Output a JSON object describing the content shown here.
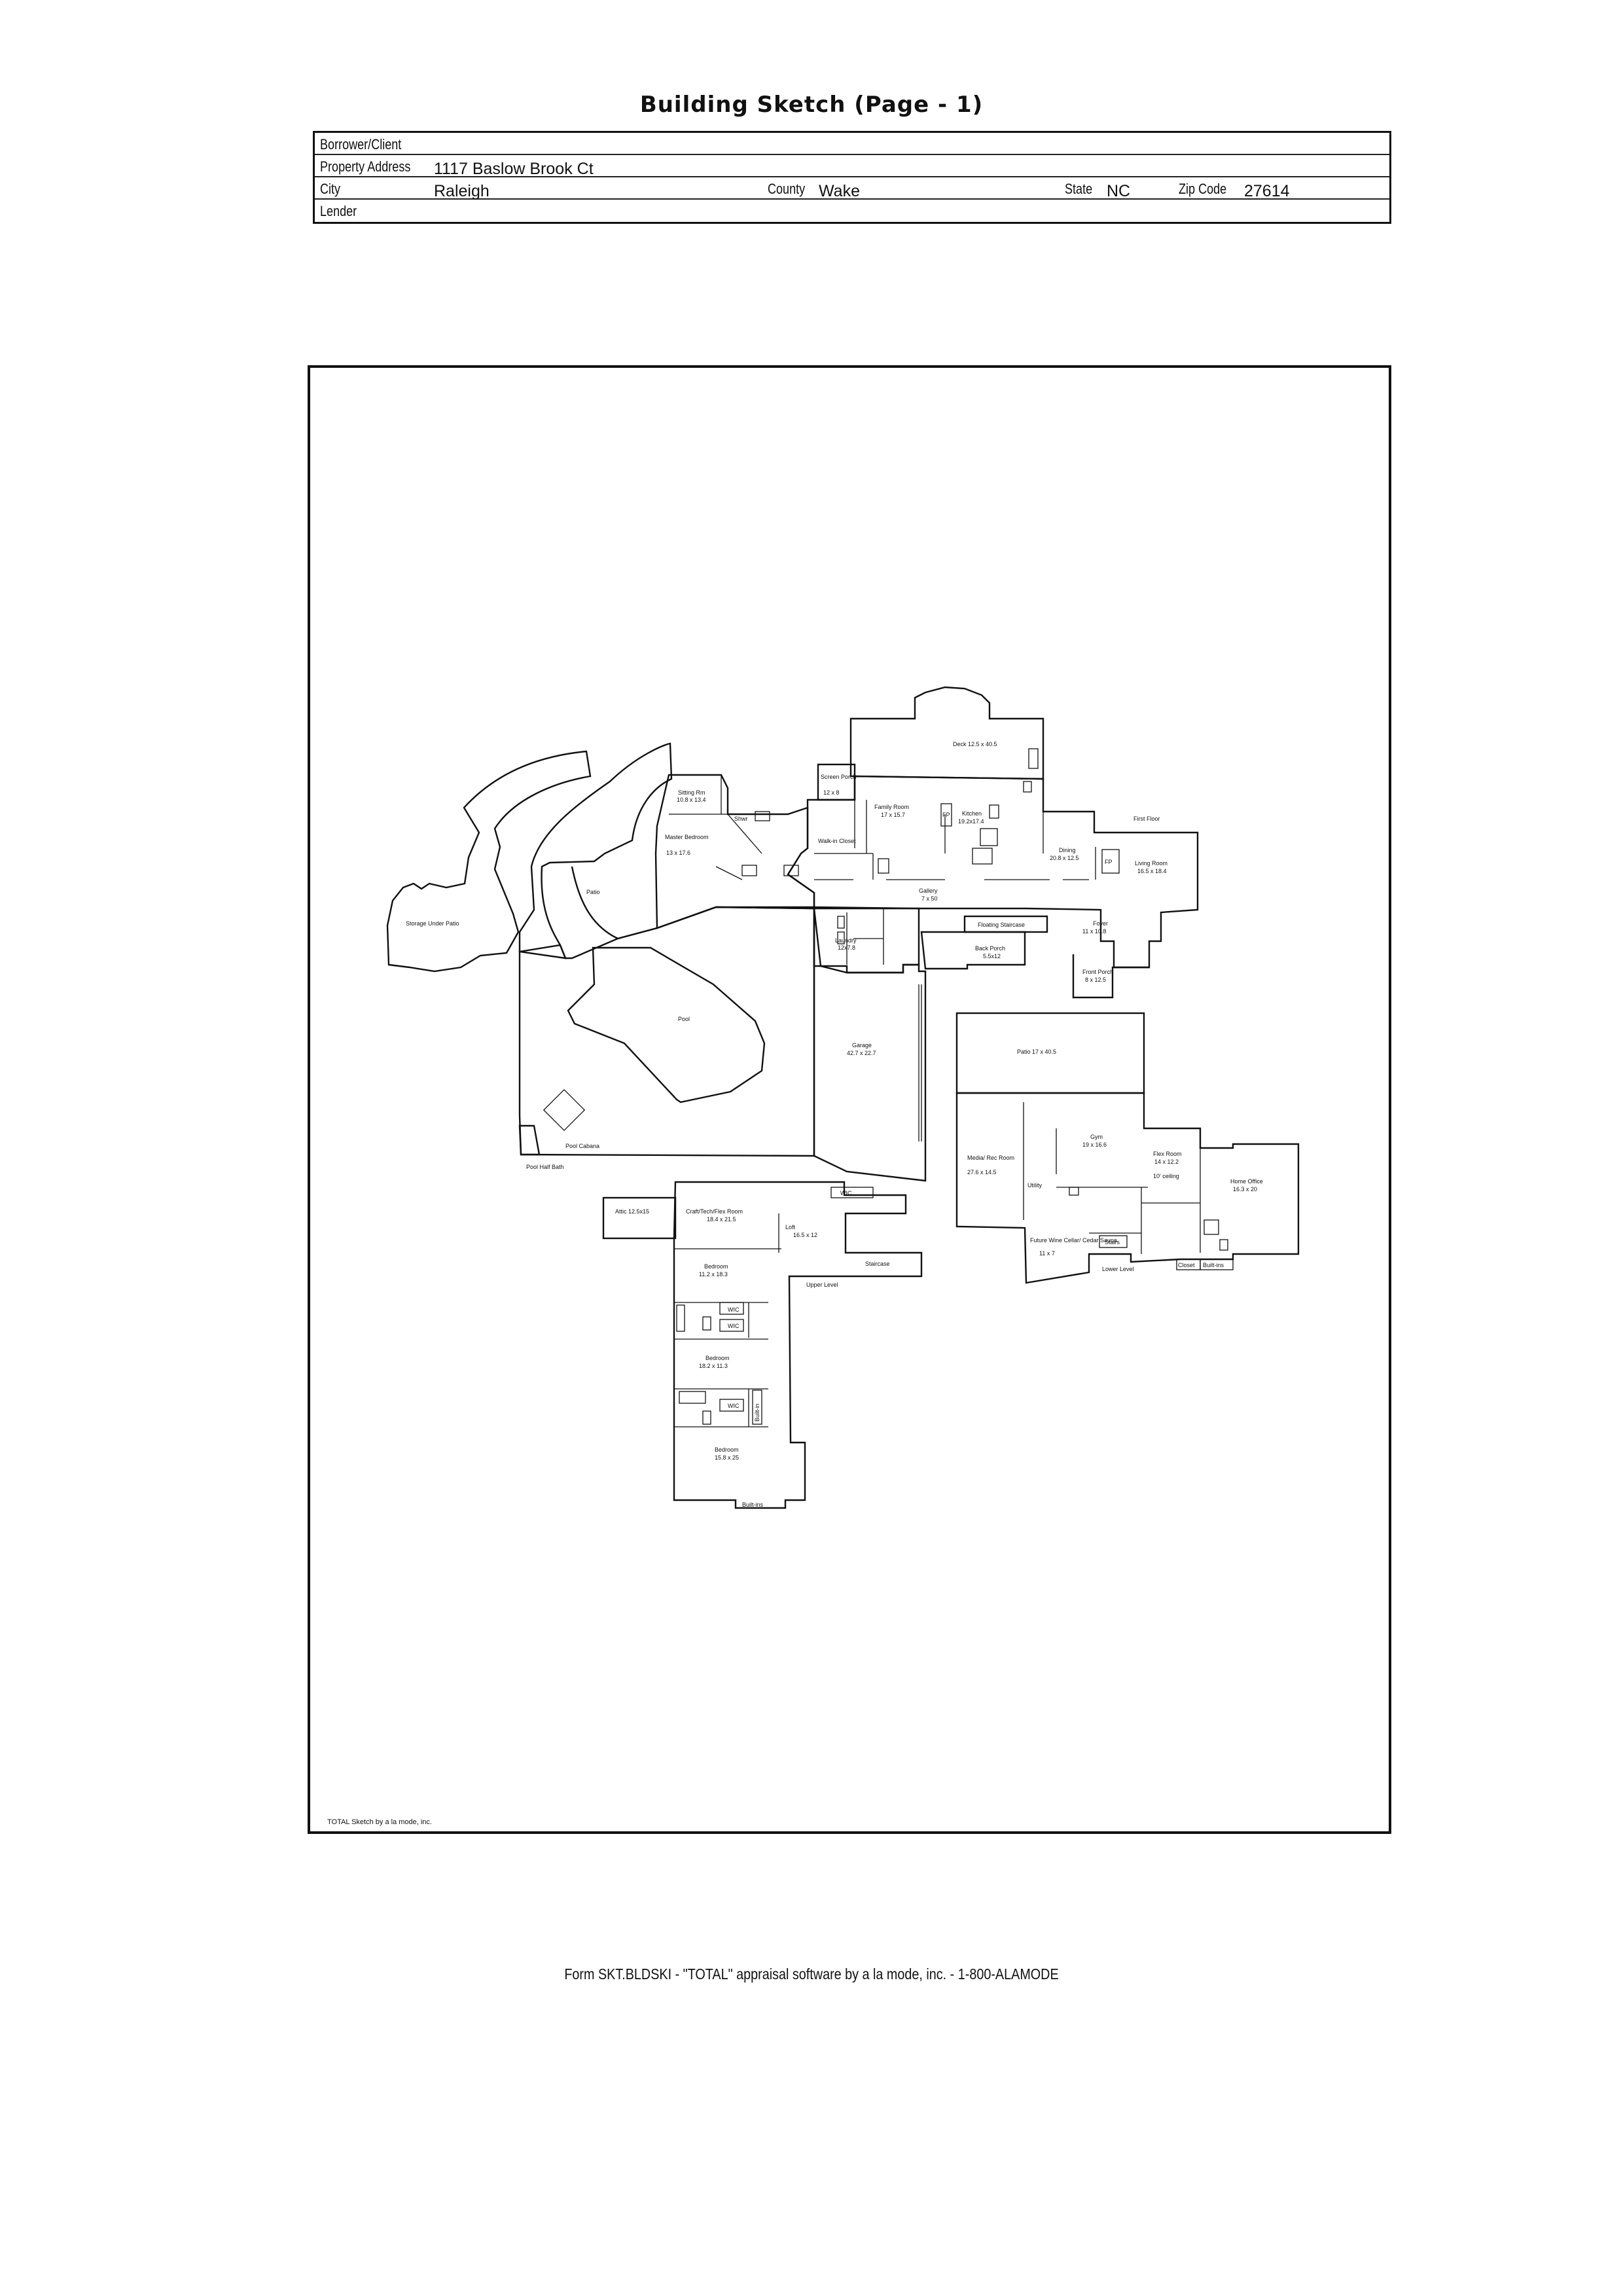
{
  "title": "Building Sketch (Page - 1)",
  "header": {
    "borrower_label": "Borrower/Client",
    "address_label": "Property Address",
    "address": "1117 Baslow Brook Ct",
    "city_label": "City",
    "city": "Raleigh",
    "county_label": "County",
    "county": "Wake",
    "state_label": "State",
    "state": "NC",
    "zip_label": "Zip Code",
    "zip": "27614",
    "lender_label": "Lender"
  },
  "rooms": {
    "deck": "Deck 12.5 x 40.5",
    "screen_porch": "Screen Porch",
    "screen_porch_dim": "12 x 8",
    "sitting": "Sitting Rm",
    "sitting_dim": "10.8 x 13.4",
    "master": "Master Bedroom",
    "master_dim": "13 x 17.6",
    "shwr": "Shwr",
    "walkin": "Walk-in Closet",
    "family": "Family Room",
    "family_dim": "17 x 15.7",
    "fp": "FP",
    "kitchen": "Kitchen",
    "kitchen_dim": "19.2x17.4",
    "first_floor": "First Floor",
    "dining": "Dining",
    "dining_dim": "20.8 x 12.5",
    "living": "Living Room",
    "living_dim": "16.5 x 18.4",
    "gallery": "Gallery",
    "gallery_dim": "7 x 50",
    "patio_left": "Patio",
    "storage": "Storage Under Patio",
    "laundry": "Laundry",
    "laundry_dim": "12x7.8",
    "floating": "Floating Staircase",
    "back_porch": "Back Porch",
    "back_porch_dim": "5.5x12",
    "foyer": "Foyer",
    "foyer_dim": "11 x 10.8",
    "front_porch": "Front Porch",
    "front_porch_dim": "8 x 12.5",
    "pool": "Pool",
    "garage": "Garage",
    "garage_dim": "42.7 x 22.7",
    "pool_cabana": "Pool Cabana",
    "pool_half": "Pool Half Bath",
    "patio_lower": "Patio 17 x 40.5",
    "gym": "Gym",
    "gym_dim": "19 x 16.6",
    "media": "Media/ Rec Room",
    "media_dim": "27.6 x 14.5",
    "utility": "Utility",
    "flex": "Flex Room",
    "flex_dim": "14 x 12.2",
    "ceiling": "10' ceiling",
    "office": "Home Office",
    "office_dim": "16.3 x 20",
    "wine": "Future Wine Cellar/ Cedar Sauna",
    "wine_dim": "11 x 7",
    "stairs": "Stairs",
    "lower_level": "Lower Level",
    "closet": "Closet",
    "builtins": "Built-ins",
    "attic": "Attic 12.5x15",
    "craft": "Craft/Tech/Flex Room",
    "craft_dim": "18.4 x 21.5",
    "wic": "WIC",
    "loft": "Loft",
    "loft_dim": "16.5 x 12",
    "staircase": "Staircase",
    "upper_level": "Upper Level",
    "bed1": "Bedroom",
    "bed1_dim": "11.2 x 18.3",
    "bed2": "Bedroom",
    "bed2_dim": "18.2 x 11.3",
    "bed3": "Bedroom",
    "bed3_dim": "15.8 x 25",
    "builtin_short": "Built-in"
  },
  "credit": "TOTAL Sketch by a la mode, inc.",
  "footer": "Form SKT.BLDSKI - \"TOTAL\" appraisal software by a la mode, inc. - 1-800-ALAMODE"
}
